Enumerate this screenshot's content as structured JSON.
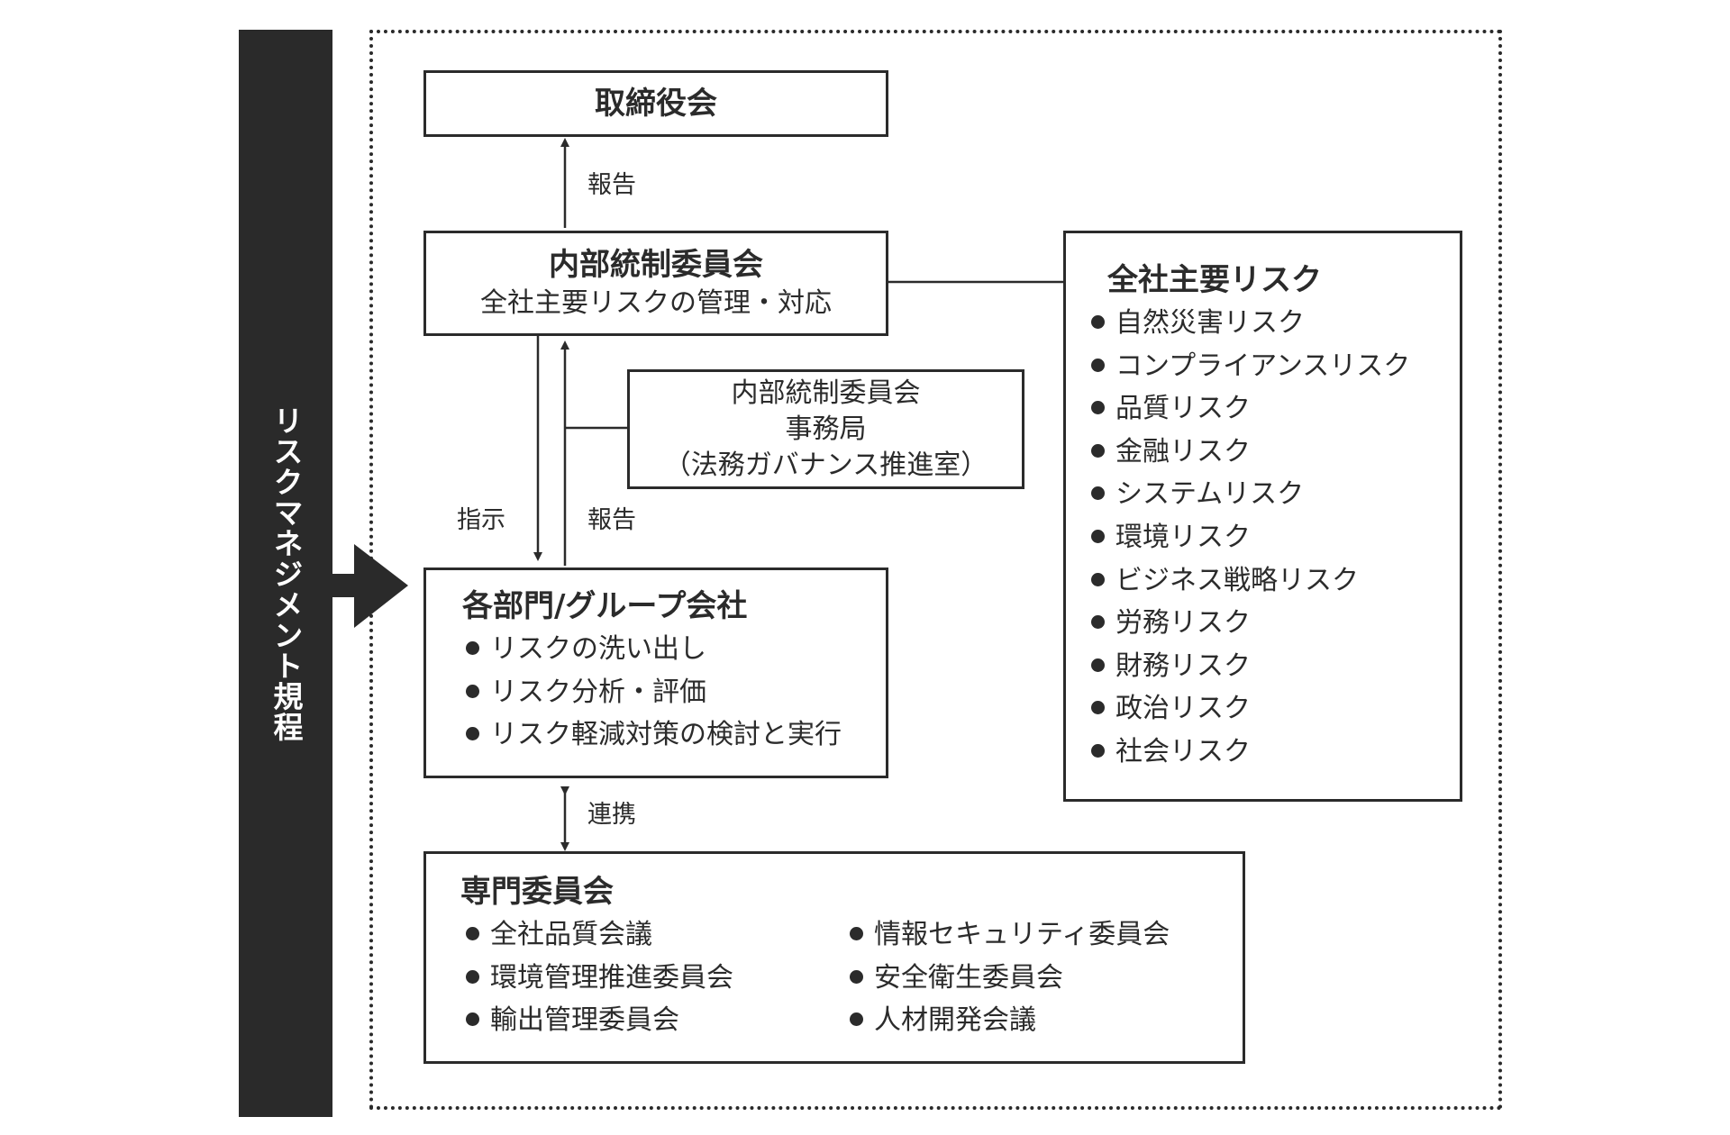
{
  "side_label": "リスクマネジメント規程",
  "board": {
    "title": "取締役会"
  },
  "internal_committee": {
    "title": "内部統制委員会",
    "subtitle": "全社主要リスクの管理・対応"
  },
  "secretariat": {
    "line1": "内部統制委員会",
    "line2": "事務局",
    "line3": "（法務ガバナンス推進室）"
  },
  "departments": {
    "title": "各部門/グループ会社",
    "items": [
      "リスクの洗い出し",
      "リスク分析・評価",
      "リスク軽減対策の検討と実行"
    ]
  },
  "major_risks": {
    "title": "全社主要リスク",
    "items": [
      "自然災害リスク",
      "コンプライアンスリスク",
      "品質リスク",
      "金融リスク",
      "システムリスク",
      "環境リスク",
      "ビジネス戦略リスク",
      "労務リスク",
      "財務リスク",
      "政治リスク",
      "社会リスク"
    ]
  },
  "specialized": {
    "title": "専門委員会",
    "left_items": [
      "全社品質会議",
      "環境管理推進委員会",
      "輸出管理委員会"
    ],
    "right_items": [
      "情報セキュリティ委員会",
      "安全衛生委員会",
      "人材開発会議"
    ]
  },
  "labels": {
    "report_top": "報告",
    "instruct": "指示",
    "report_mid": "報告",
    "cooperate": "連携"
  }
}
